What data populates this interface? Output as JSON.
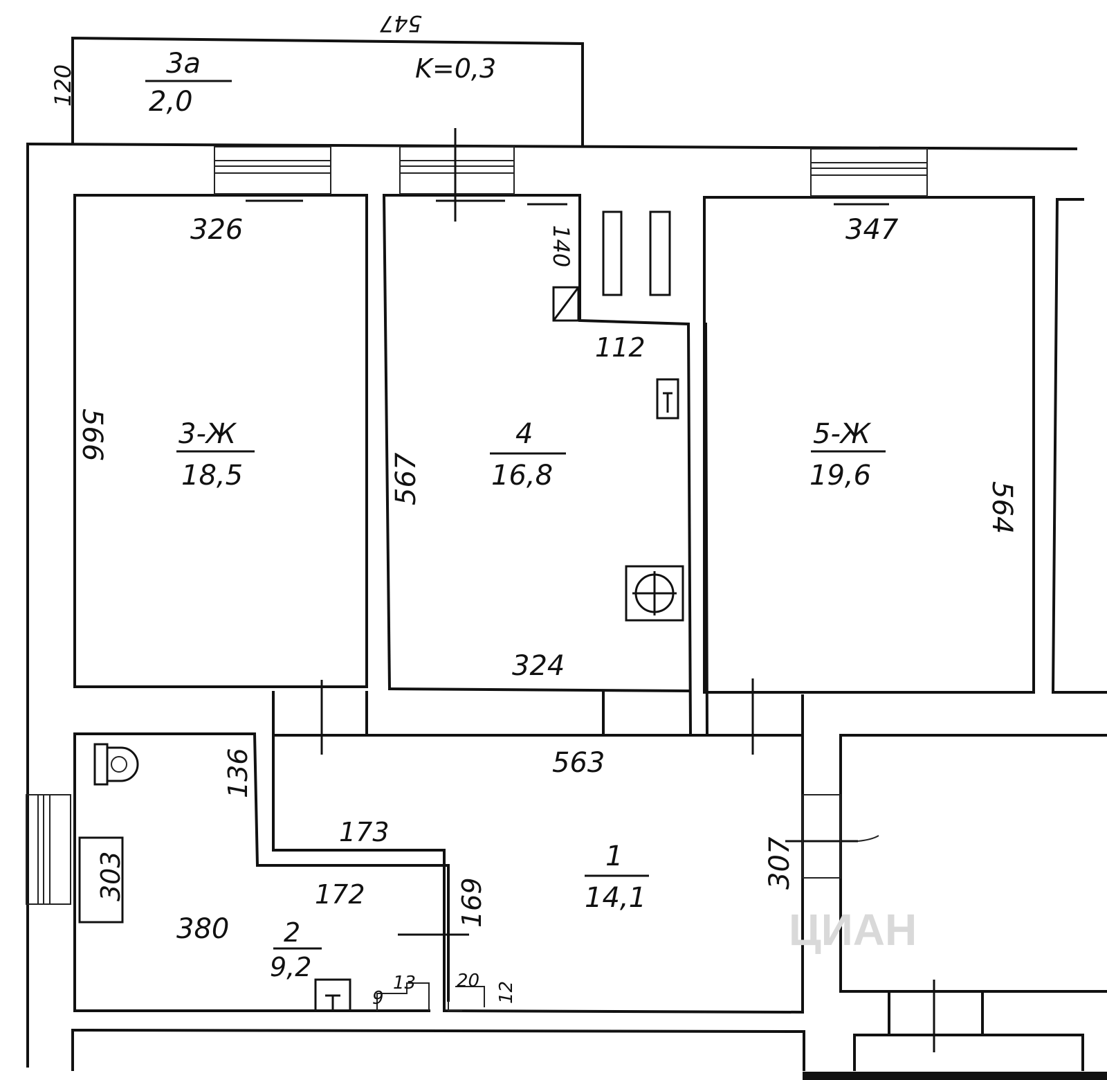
{
  "rooms": {
    "balcony": {
      "number": "3a",
      "area": "2,0",
      "coef": "K=0,3"
    },
    "room3": {
      "number": "3-Ж",
      "area": "18,5"
    },
    "room4": {
      "number": "4",
      "area": "16,8"
    },
    "room5": {
      "number": "5-Ж",
      "area": "19,6"
    },
    "room1": {
      "number": "1",
      "area": "14,1"
    },
    "room2": {
      "number": "2",
      "area": "9,2"
    }
  },
  "dimensions": {
    "balcony_width": "547",
    "balcony_depth": "120",
    "room3_width": "326",
    "room3_length": "566",
    "room4_length": "567",
    "room4_width": "324",
    "room4_niche_depth": "140",
    "room4_niche_width": "112",
    "room5_width": "347",
    "room5_length": "564",
    "hall_width": "563",
    "hall_depth": "307",
    "room2_step_height": "136",
    "room2_step_width": "173",
    "room2_inner_width": "172",
    "room2_inner_height": "169",
    "room2_width": "380",
    "room2_side": "303",
    "small_13": "13",
    "small_9": "9",
    "small_20": "20",
    "small_12": "12"
  },
  "symbols": {
    "toilet": "toilet-icon",
    "sink": "sink-icon",
    "stove": "stove-icon",
    "riser": "riser-icon",
    "door": "door-icon",
    "window": "window-icon"
  },
  "watermark": "ЦИАН"
}
